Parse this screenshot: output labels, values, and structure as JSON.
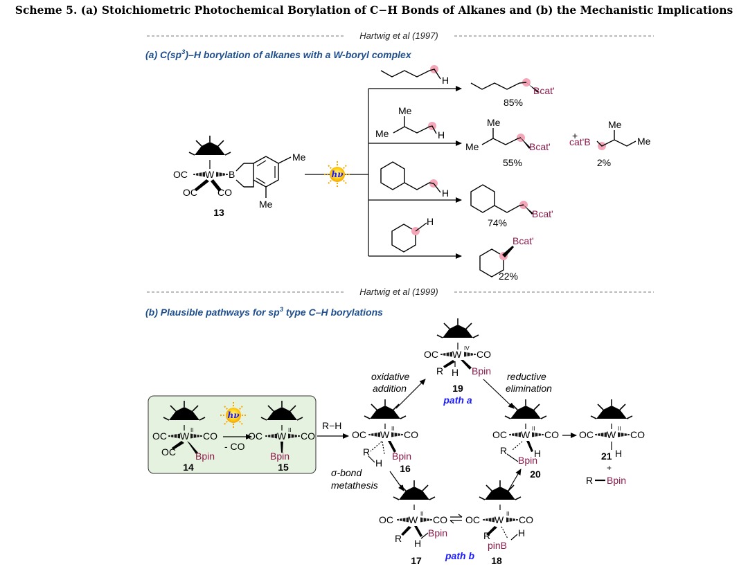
{
  "scheme_title": "Scheme 5. (a) Stoichiometric Photochemical Borylation of C−H Bonds of Alkanes and (b) the Mechanistic Implications",
  "header_1997": "Hartwig et al (1997)",
  "header_1999": "Hartwig et al (1999)",
  "colors": {
    "blue_heading": "#1f4e8c",
    "boron": "#8b1a4a",
    "highlight": "#f4a6b8",
    "box_fill": "#e6f2e0",
    "path_blue": "#1a1aff"
  },
  "section_a": {
    "heading_pre": "(a) C(sp",
    "heading_sup": "3",
    "heading_post": ")–H borylation of alkanes with a W-boryl complex",
    "reagent": {
      "co": "OC",
      "w": "W",
      "b": "B",
      "co2": "OC",
      "co3": "CO",
      "me": "Me",
      "me2": "Me",
      "number": "13"
    },
    "hv": "hν",
    "rows": [
      {
        "substrate_h": "H",
        "product_b": "Bcat'",
        "yield": "85%"
      },
      {
        "sub_me": "Me",
        "sub_me2": "Me",
        "sub_h": "H",
        "prod_me": "Me",
        "prod_me2": "Me",
        "prod_b": "Bcat'",
        "yield": "55%",
        "plus": "+",
        "side_b": "cat'B",
        "side_me": "Me",
        "side_me2": "Me",
        "side_yield": "2%"
      },
      {
        "substrate_h": "H",
        "product_b": "Bcat'",
        "yield": "74%"
      },
      {
        "substrate_h": "H",
        "product_b": "Bcat'",
        "yield": "22%"
      }
    ]
  },
  "section_b": {
    "heading_pre": "(b) Plausible pathways for sp",
    "heading_sup": "3",
    "heading_post": " type C–H borylations",
    "c14": {
      "oc": "OC",
      "w": "W",
      "ox": "II",
      "co": "CO",
      "oc2": "OC",
      "bpin": "Bpin",
      "num": "14"
    },
    "minus_co": "- CO",
    "c15": {
      "oc": "OC",
      "w": "W",
      "ox": "II",
      "co": "CO",
      "bpin": "Bpin",
      "num": "15"
    },
    "rh": "R−H",
    "c16": {
      "oc": "OC",
      "w": "W",
      "ox": "II",
      "co": "CO",
      "r": "R",
      "h": "H",
      "bpin": "Bpin",
      "num": "16"
    },
    "ox_add_1": "oxidative",
    "ox_add_2": "addition",
    "c19": {
      "oc": "OC",
      "w": "W",
      "ox": "IV",
      "co": "CO",
      "r": "R",
      "h": "H",
      "bpin": "Bpin",
      "num": "19"
    },
    "path_a": "path a",
    "red_el_1": "reductive",
    "red_el_2": "elimination",
    "c20": {
      "oc": "OC",
      "w": "W",
      "ox": "II",
      "co": "CO",
      "r": "R",
      "h": "H",
      "bpin": "Bpin",
      "num": "20"
    },
    "c21": {
      "oc": "OC",
      "w": "W",
      "ox": "II",
      "co": "CO",
      "h": "H",
      "num": "21"
    },
    "plus": "+",
    "r_bpin_r": "R",
    "r_bpin_b": "Bpin",
    "sigma_1": "σ-bond",
    "sigma_2": "metathesis",
    "c17": {
      "oc": "OC",
      "w": "W",
      "ox": "II",
      "co": "CO",
      "r": "R",
      "h": "H",
      "bpin": "Bpin",
      "num": "17"
    },
    "path_b": "path b",
    "c18": {
      "oc": "OC",
      "w": "W",
      "ox": "II",
      "co": "CO",
      "r": "R",
      "pinb": "pinB",
      "h": "H",
      "num": "18"
    }
  }
}
